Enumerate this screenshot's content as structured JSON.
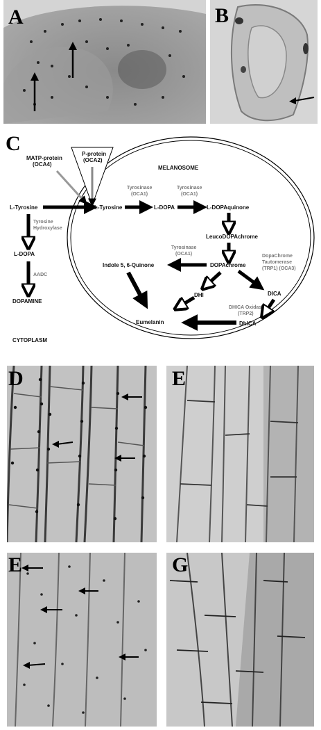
{
  "panels": {
    "A": "A",
    "B": "B",
    "C": "C",
    "D": "D",
    "E1": "E",
    "E2": "E",
    "G": "G"
  },
  "diagram": {
    "melanosome": "MELANOSOME",
    "cytoplasm": "CYTOPLASM",
    "p_protein_1": "P-protein",
    "p_protein_2": "(OCA2)",
    "matp_1": "MATP-protein",
    "matp_2": "(OCA4)",
    "tyr_out": "L-Tyrosine",
    "tyr_in": "L-Tyrosine",
    "dopa_in": "L-DOPA",
    "dopaquinone": "L-DOPAquinone",
    "tyrosinase1_1": "Tyrosinase",
    "tyrosinase1_2": "(OCA1)",
    "tyrosinase2_1": "Tyrosinase",
    "tyrosinase2_2": "(OCA1)",
    "tyrosinase3_1": "Tyrosinase",
    "tyrosinase3_2": "(OCA1)",
    "tyrhyd_1": "Tyrosine",
    "tyrhyd_2": "Hydroxylase",
    "dopa_out": "L-DOPA",
    "aadc": "AADC",
    "dopamine": "DOPAMINE",
    "leucodopachrome": "LeucoDOPAchrome",
    "dopachrome": "DOPAchrome",
    "indole": "Indole 5, 6-Quinone",
    "dct_1": "DopaChrome",
    "dct_2": "Tautomerase",
    "dct_3": "(TRP1) (OCA3)",
    "dhi": "DHI",
    "dica": "DICA",
    "dhica_ox_1": "DHICA Oxidase",
    "dhica_ox_2": "(TRP2)",
    "dhica": "DhICA",
    "eumelanin": "Eumelanin"
  }
}
